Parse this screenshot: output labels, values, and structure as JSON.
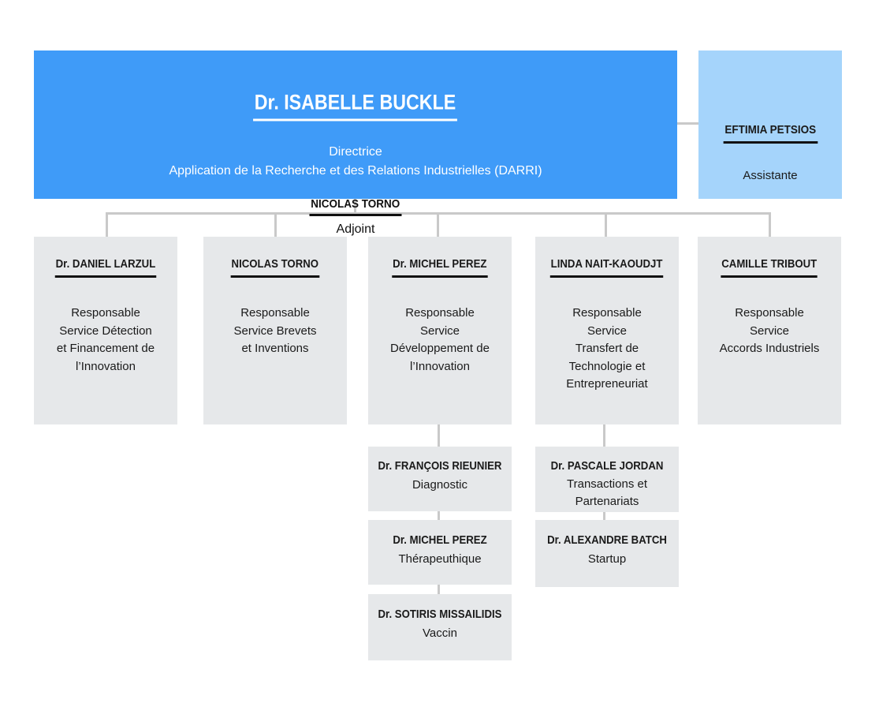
{
  "director": {
    "name": "Dr. ISABELLE BUCKLE",
    "role_line1": "Directrice",
    "role_line2": "Application de la Recherche et des Relations Industrielles (DARRI)",
    "deputy_name": "NICOLAS TORNO",
    "deputy_role": "Adjoint"
  },
  "assistant": {
    "name": "EFTIMIA PETSIOS",
    "role": "Assistante"
  },
  "departments": [
    {
      "name": "Dr. DANIEL LARZUL",
      "description": "Responsable\nService Détection\net Financement de\nl’Innovation"
    },
    {
      "name": "NICOLAS TORNO",
      "description": "Responsable\nService Brevets\net Inventions"
    },
    {
      "name": "Dr. MICHEL PEREZ",
      "description": "Responsable\nService\nDéveloppement de\nl’Innovation"
    },
    {
      "name": "LINDA NAIT-KAOUDJT",
      "description": "Responsable\nService\nTransfert de\nTechnologie et\nEntrepreneuriat"
    },
    {
      "name": "CAMILLE TRIBOUT",
      "description": "Responsable\nService\nAccords Industriels"
    }
  ],
  "development_units": [
    {
      "name": "Dr. FRANÇOIS RIEUNIER",
      "role": "Diagnostic"
    },
    {
      "name": "Dr. MICHEL PEREZ",
      "role": "Thérapeuthique"
    },
    {
      "name": "Dr. SOTIRIS MISSAILIDIS",
      "role": "Vaccin"
    }
  ],
  "transfer_units": [
    {
      "name": "Dr. PASCALE JORDAN",
      "role": "Transactions et\nPartenariats"
    },
    {
      "name": "Dr. ALEXANDRE BATCH",
      "role": "Startup"
    }
  ],
  "colors": {
    "director_bg": "#3f9bf8",
    "assistant_bg": "#a5d4fb",
    "box_bg": "#e6e8ea",
    "connector": "#c9c9c9"
  }
}
